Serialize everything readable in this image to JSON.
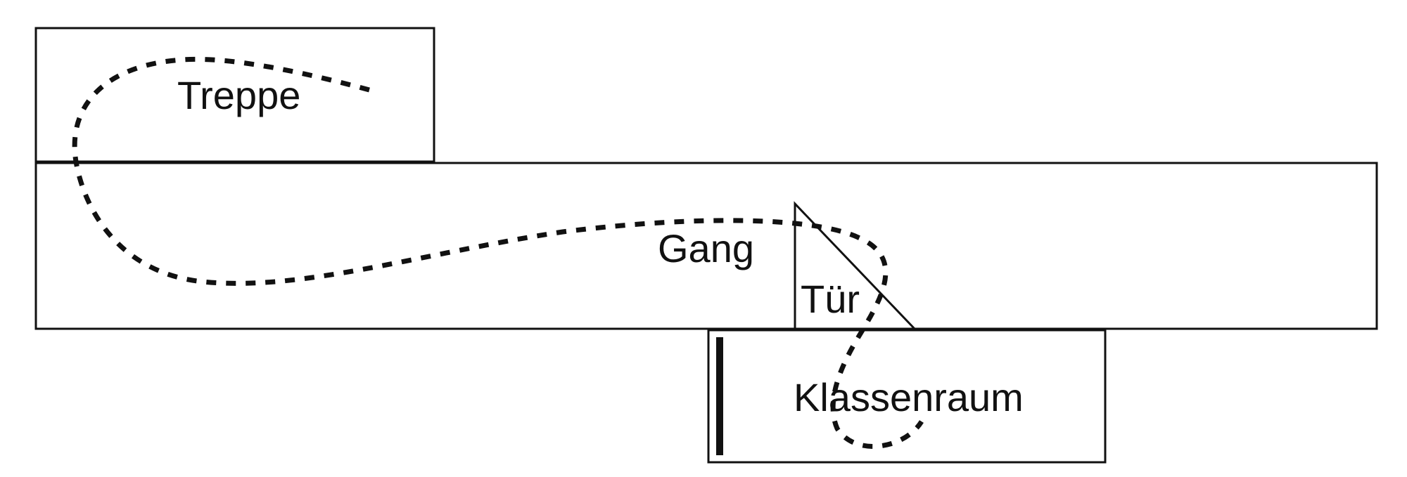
{
  "diagram": {
    "rooms": {
      "stairs": "Treppe",
      "hallway": "Gang",
      "door": "Tür",
      "classroom": "Klassenraum"
    },
    "colors": {
      "stroke": "#111111",
      "background": "#ffffff"
    }
  }
}
